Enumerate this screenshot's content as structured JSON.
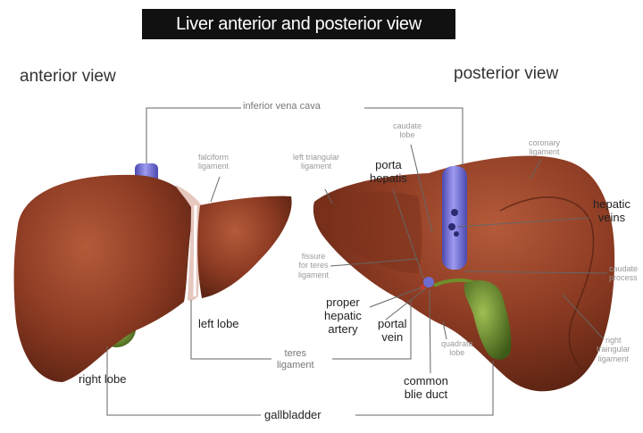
{
  "title": "Liver anterior and posterior view",
  "views": {
    "anterior": "anterior view",
    "posterior": "posterior view"
  },
  "labels": {
    "ivc": "inferior vena cava",
    "falciform": "falciform\nligament",
    "left_lobe": "left lobe",
    "right_lobe": "right lobe",
    "teres": "teres\nligament",
    "gallbladder": "gallbladder",
    "left_triangular": "left triangular\nligament",
    "caudate_lobe": "caudate\nlobe",
    "porta_hepatis": "porta\nhepatis",
    "coronary": "coronary\nligament",
    "hepatic_veins": "hepatic\nveins",
    "fissure": "fissure\nfor teres\nligament",
    "caudate_process": "caudate\nprocess",
    "proper_artery": "proper\nhepatic\nartery",
    "portal_vein": "portal\nvein",
    "quadrate": "quadrate\nlobe",
    "right_triangular": "right\ntraingular\nligament",
    "common_bile": "common\nblie duct"
  },
  "colors": {
    "liver": "#8b3a22",
    "liver_dark": "#5e2414",
    "vein": "#7a78d8",
    "gallbladder": "#5c7a2a",
    "leader_line": "#666666"
  }
}
